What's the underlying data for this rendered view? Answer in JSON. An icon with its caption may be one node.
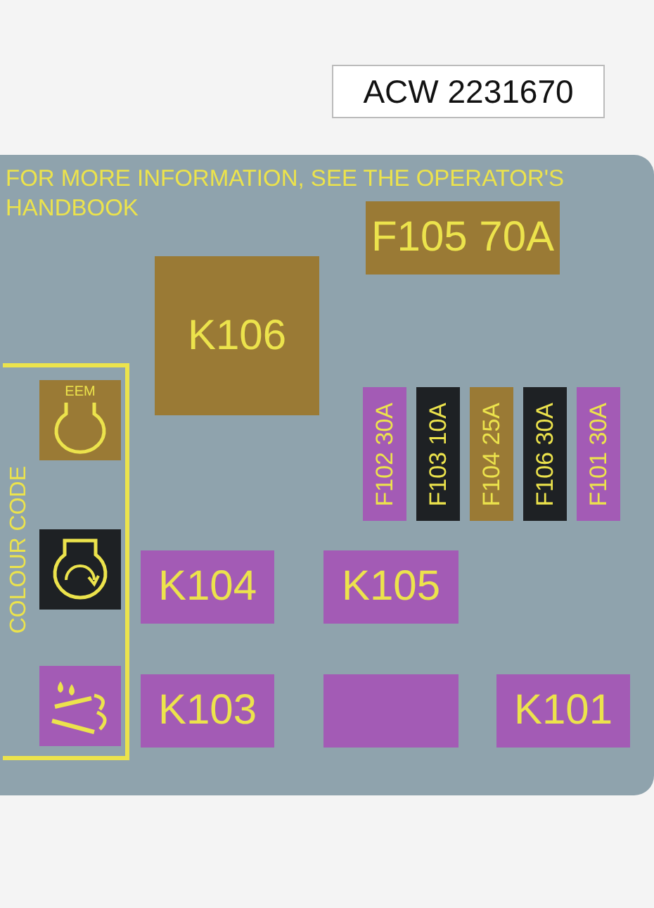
{
  "diagram": {
    "nodes": [
      {
        "text": [
          "COLOUR CODE"
        ]
      },
      {
        "text": [
          "EEM"
        ],
        "in": 0
      },
      {
        "text": [],
        "shape": "box",
        "in": 0
      },
      {
        "text": [],
        "shape": "box",
        "in": 0
      },
      {
        "text": [
          "F105 70A"
        ]
      },
      {
        "text": [
          "K106"
        ]
      },
      {
        "text": [
          "F102 30A"
        ]
      },
      {
        "text": [
          "F103 10A"
        ]
      },
      {
        "text": [
          "F104 25A"
        ]
      },
      {
        "text": [
          "F106 30A"
        ]
      },
      {
        "text": [
          "F101 30A"
        ]
      },
      {
        "text": [
          "K104"
        ]
      },
      {
        "text": [
          "K105"
        ]
      },
      {
        "text": [
          "K103"
        ]
      },
      {
        "text": [],
        "shape": "box"
      },
      {
        "text": [
          "K101"
        ]
      }
    ],
    "edges": [],
    "labels": [
      "ACW 2231670",
      "FOR MORE INFORMATION, SEE THE OPERATOR'S HANDBOOK"
    ]
  }
}
